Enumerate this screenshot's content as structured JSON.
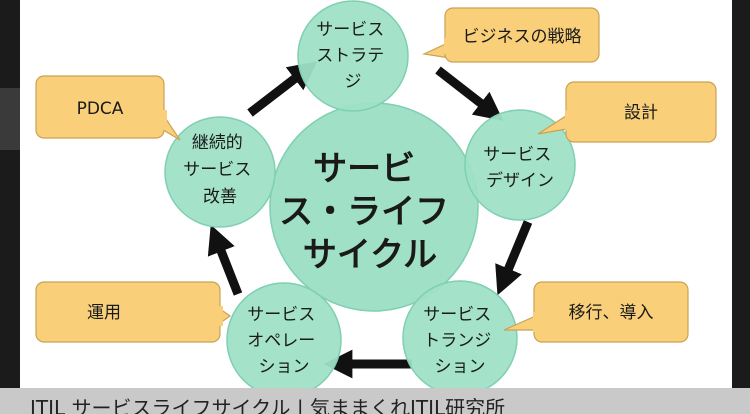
{
  "diagram": {
    "center_lines": [
      "サービ",
      "ス・ライフ",
      "サイクル"
    ],
    "nodes": [
      {
        "id": "strategy",
        "lines": [
          "サービス",
          "ストラテ",
          "ジ"
        ]
      },
      {
        "id": "design",
        "lines": [
          "サービス",
          "デザイン"
        ]
      },
      {
        "id": "transition",
        "lines": [
          "サービス",
          "トランジ",
          "ション"
        ]
      },
      {
        "id": "operation",
        "lines": [
          "サービス",
          "オペレー",
          "ション"
        ]
      },
      {
        "id": "improvement",
        "lines": [
          "継続的",
          "サービス",
          "改善"
        ]
      }
    ],
    "callouts": [
      {
        "id": "strategy",
        "text": "ビジネスの戦略"
      },
      {
        "id": "design",
        "text": "設計"
      },
      {
        "id": "transition",
        "text": "移行、導入"
      },
      {
        "id": "operation",
        "text": "運用"
      },
      {
        "id": "improvement",
        "text": "PDCA"
      }
    ]
  },
  "caption": "ITIL サービスライフサイクル | 気ままくれITIL研究所",
  "colors": {
    "circle_fill": "#9fe0c7",
    "circle_stroke": "#7fcfb2",
    "callout_fill": "#f9cf7a",
    "callout_stroke": "#caa252",
    "arrow": "#111111",
    "text": "#1a1a1a"
  }
}
